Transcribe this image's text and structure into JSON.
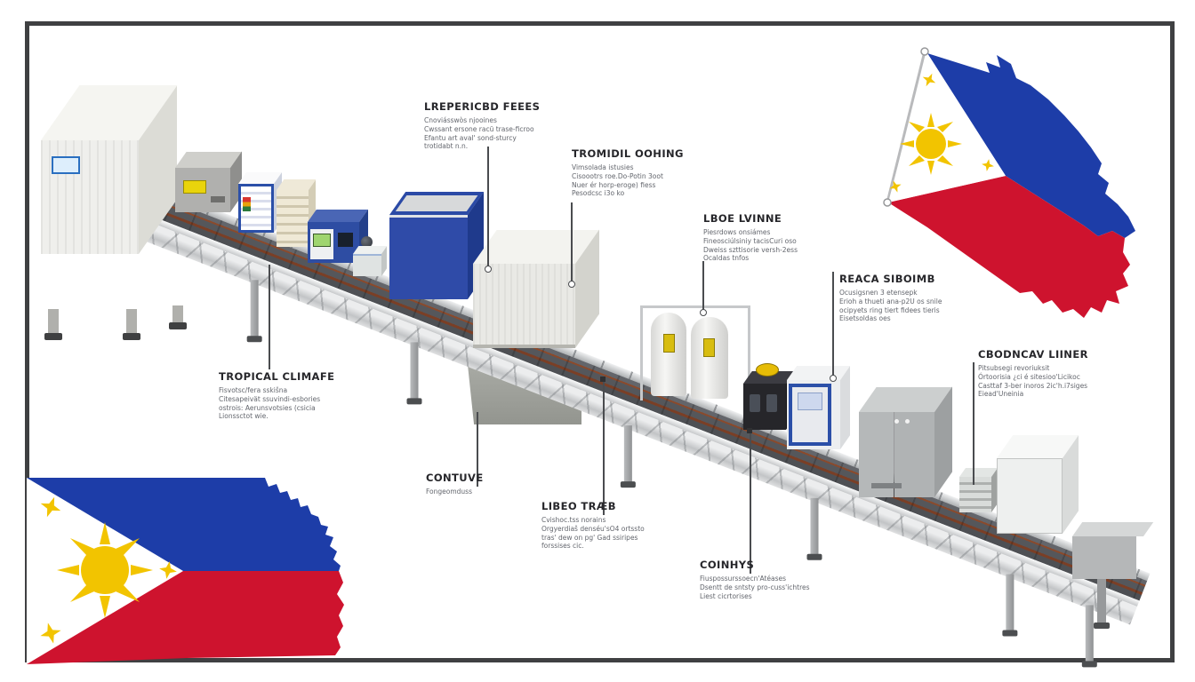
{
  "frame": {
    "color": "#3f4042"
  },
  "callouts": [
    {
      "id": "upper-feeds",
      "title": "LREPERICBD FEEES",
      "lines": [
        "Cnoviásswòs njooines",
        "Cwssant ersone racü trase-ficroo",
        "Efantu art aval' sond-sturcy",
        "trotidabt n.n."
      ]
    },
    {
      "id": "tromidil",
      "title": "TROMIDIL OOHING",
      "lines": [
        "Vimsolada istusies",
        "Cisoootrs roe.Do-Potin 3oot",
        "Nuer ér horp-eroge) fiess",
        "Pesodcsc i3o ko"
      ]
    },
    {
      "id": "lboe",
      "title": "LBOE LVINNE",
      "lines": [
        "Piesrdows onsiámes",
        "Fineosciúlsiniy tacisCuri oso",
        "Dweiss szttisorie versh-2ess",
        "Ocaldas tnfos"
      ]
    },
    {
      "id": "reaca",
      "title": "REACA SIBOIMB",
      "lines": [
        "Ocusigsnen 3 etensepk",
        "Erioh a thueti ana-p2U os snile",
        "ocipyets ring tiert fidees tieris",
        "Eisetsoldas oes"
      ]
    },
    {
      "id": "cbodncav",
      "title": "CBODNCAV LIINER",
      "lines": [
        "Pitsubsegi revoriuksit",
        "Órtoorisia ¿ci é sitesioo'Licikoc",
        "Casttaf 3-ber inoros 2ic'h.i7siges",
        "Eiead'Uneinia"
      ]
    },
    {
      "id": "tropical",
      "title": "TROPICAL CLIMAFE",
      "lines": [
        "Fisvotsc/fera sskišna",
        "Citesapeivät ssuvindi-esbories",
        "ostrois: Aerunsvotsies (csicia",
        "Lionssctot wie."
      ]
    },
    {
      "id": "contuve",
      "title": "CONTUVE",
      "lines": [
        "Fongeomduss"
      ]
    },
    {
      "id": "libeo",
      "title": "LIBEO TRÆB",
      "lines": [
        "Cvishoc.tss norains",
        "Orgyerdiaš denséu'sO4 ortssto",
        "tras' dew on pg' Gad ssiripes",
        "forssises cic."
      ]
    },
    {
      "id": "coinhys",
      "title": "COINHYS",
      "lines": [
        "Fiuspossurssoecn'Atéases",
        "Dsentt de sntsty pro-cuss'ichtres",
        "Liest cicrtorises"
      ]
    }
  ],
  "flags": {
    "blue": "#1d3da8",
    "red": "#ce132e",
    "yellow": "#f2c400",
    "white": "#ffffff"
  },
  "machines": [
    "washer-unit",
    "control-box",
    "tray-rack",
    "tray-stack",
    "inspection-analyzer",
    "junction-box",
    "blue-bin",
    "process-container",
    "pressure-tanks",
    "compressor-unit",
    "control-cabinet",
    "cooling-cabinet",
    "filter-stack",
    "packing-cube",
    "conveyor-end"
  ]
}
